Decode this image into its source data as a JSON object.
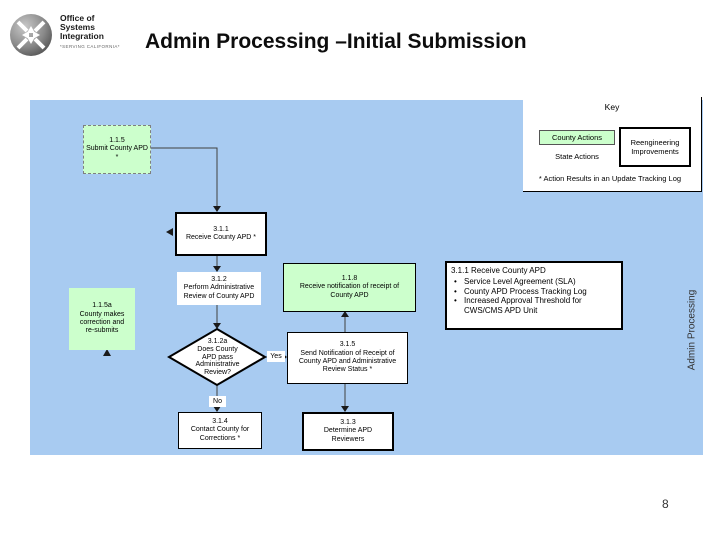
{
  "logo": {
    "org": "Office of\nSystems\nIntegration",
    "tagline": "*SERVING CALIFORNIA*"
  },
  "header": {
    "title": "Admin Processing –Initial Submission"
  },
  "key": {
    "title": "Key",
    "county_actions": "County Actions",
    "state_actions": "State Actions",
    "reengineering": "Reengineering\nImprovements",
    "footnote": "* Action Results in an Update Tracking Log"
  },
  "flowchart": {
    "nodes": {
      "n115": "1.1.5\nSubmit County APD *",
      "n311": "3.1.1\nReceive County APD *",
      "n312": "3.1.2\nPerform Administrative\nReview of County APD",
      "n118": "1.1.8\nReceive notification of receipt of\nCounty APD",
      "n115a": "1.1.5a\nCounty makes\ncorrection and\nre-submits",
      "n312a": "3.1.2a\nDoes County\nAPD pass\nAdministrative\nReview?",
      "n315": "3.1.5\nSend Notification of Receipt of\nCounty APD and Administrative\nReview Status *",
      "n314": "3.1.4\nContact County for\nCorrections *",
      "n313": "3.1.3\nDetermine APD\nReviewers"
    },
    "decision_labels": {
      "yes": "Yes",
      "no": "No"
    },
    "side_note": {
      "title": "3.1.1 Receive County APD",
      "bullets": [
        "Service Level Agreement (SLA)",
        "County APD Process Tracking Log",
        "Increased Approval Threshold for CWS/CMS APD Unit"
      ]
    },
    "lane_label": "Admin Processing"
  },
  "footer": {
    "page_number": "8"
  },
  "colors": {
    "panel_blue": "#a8cbf1",
    "county_green": "#ccffcc",
    "connector_gray": "#404040",
    "border_black": "#000000"
  }
}
